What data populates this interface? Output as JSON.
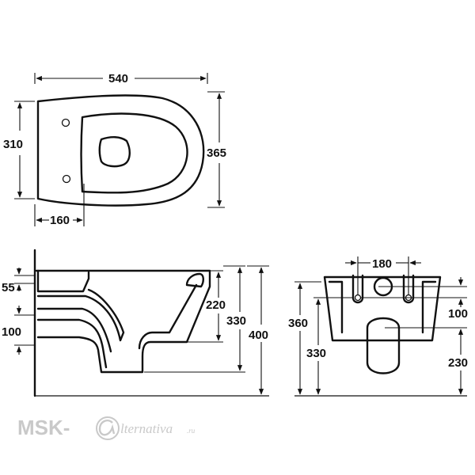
{
  "top_view": {
    "width": "540",
    "depth": "365",
    "hole_spacing": "310",
    "hole_offset": "160"
  },
  "side_view": {
    "dim_55": "55",
    "dim_100": "100",
    "dim_220": "220",
    "dim_330": "330",
    "dim_400": "400"
  },
  "back_view": {
    "dim_180": "180",
    "dim_100": "100",
    "dim_360": "360",
    "dim_330": "330",
    "dim_230": "230"
  },
  "watermark": {
    "brand": "MSK-",
    "script": "lternativa",
    "suffix": ".ru"
  }
}
